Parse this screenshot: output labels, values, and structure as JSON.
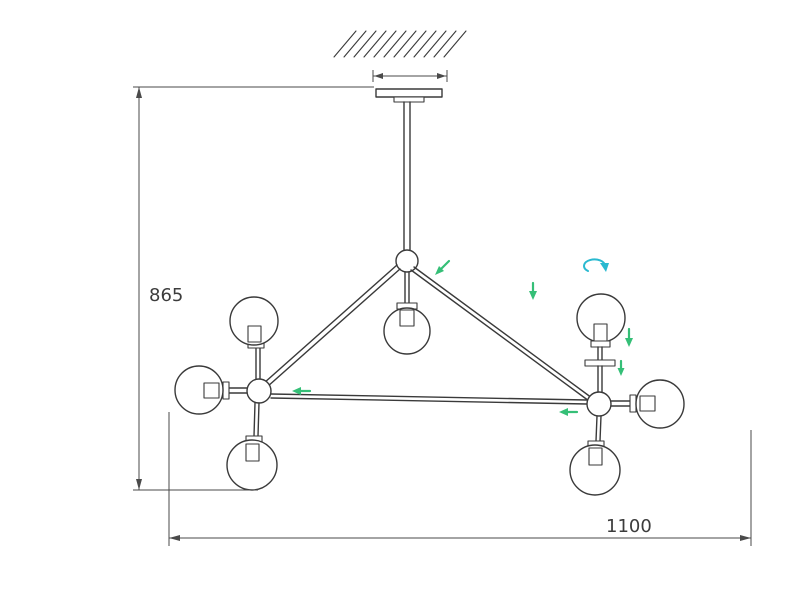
{
  "drawing": {
    "title": "chandelier-installation-diagram",
    "dimensions": {
      "height_label": "865",
      "width_label": "1100"
    },
    "colors": {
      "line": "#3a3a3a",
      "dimension": "#4a4a4a",
      "arrow_green": "#35bf77",
      "arrow_cyan": "#29b9d0",
      "background": "#ffffff"
    },
    "icons": {
      "assembly_arrow_icon": "➜",
      "rotation_arrow_icon": "↻"
    }
  }
}
